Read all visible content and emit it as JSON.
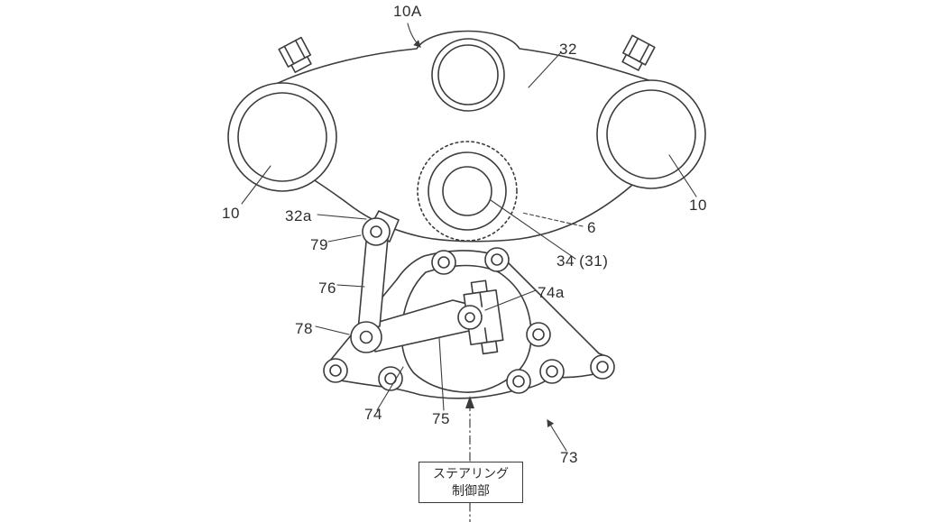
{
  "figure": {
    "type": "patent-line-drawing",
    "description_visible_text_only": true,
    "colors": {
      "line": "#3c3c3c",
      "background": "#ffffff",
      "text": "#2e2e2e"
    },
    "labels": {
      "ref_10A": "10A",
      "ref_32": "32",
      "ref_10_left": "10",
      "ref_10_right": "10",
      "ref_32a": "32a",
      "ref_79": "79",
      "ref_76": "76",
      "ref_78": "78",
      "ref_6": "6",
      "ref_34_31": "34 (31)",
      "ref_74a": "74a",
      "ref_74": "74",
      "ref_75": "75",
      "ref_73": "73"
    },
    "control_box": {
      "line1": "ステアリング",
      "line2": "制御部"
    }
  }
}
